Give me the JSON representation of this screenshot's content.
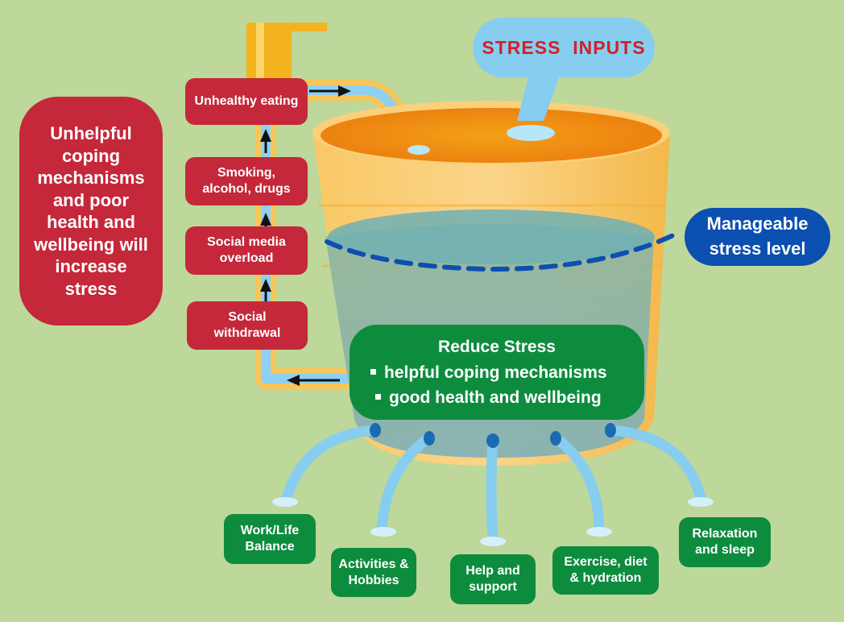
{
  "stress_inputs": "STRESS  INPUTS",
  "unhelpful_text": "Unhelpful coping mechanisms and poor health and wellbeing will increase stress",
  "pipe_labels": [
    "Unhealthy eating",
    "Smoking, alcohol, drugs",
    "Social media overload",
    "Social withdrawal"
  ],
  "manageable_text": "Manageable stress level",
  "reduce": {
    "title": "Reduce Stress",
    "items": [
      "helpful coping mechanisms",
      "good health and wellbeing"
    ]
  },
  "outlets": [
    "Work/Life Balance",
    "Activities & Hobbies",
    "Help and support",
    "Exercise, diet & hydration",
    "Relaxation and sleep"
  ],
  "colors": {
    "background": "#bdd89a",
    "red": "#c4283a",
    "green": "#0e8c3e",
    "blue": "#0b4fb0",
    "water": "#87cdef",
    "bucket": "#f6c15a"
  }
}
